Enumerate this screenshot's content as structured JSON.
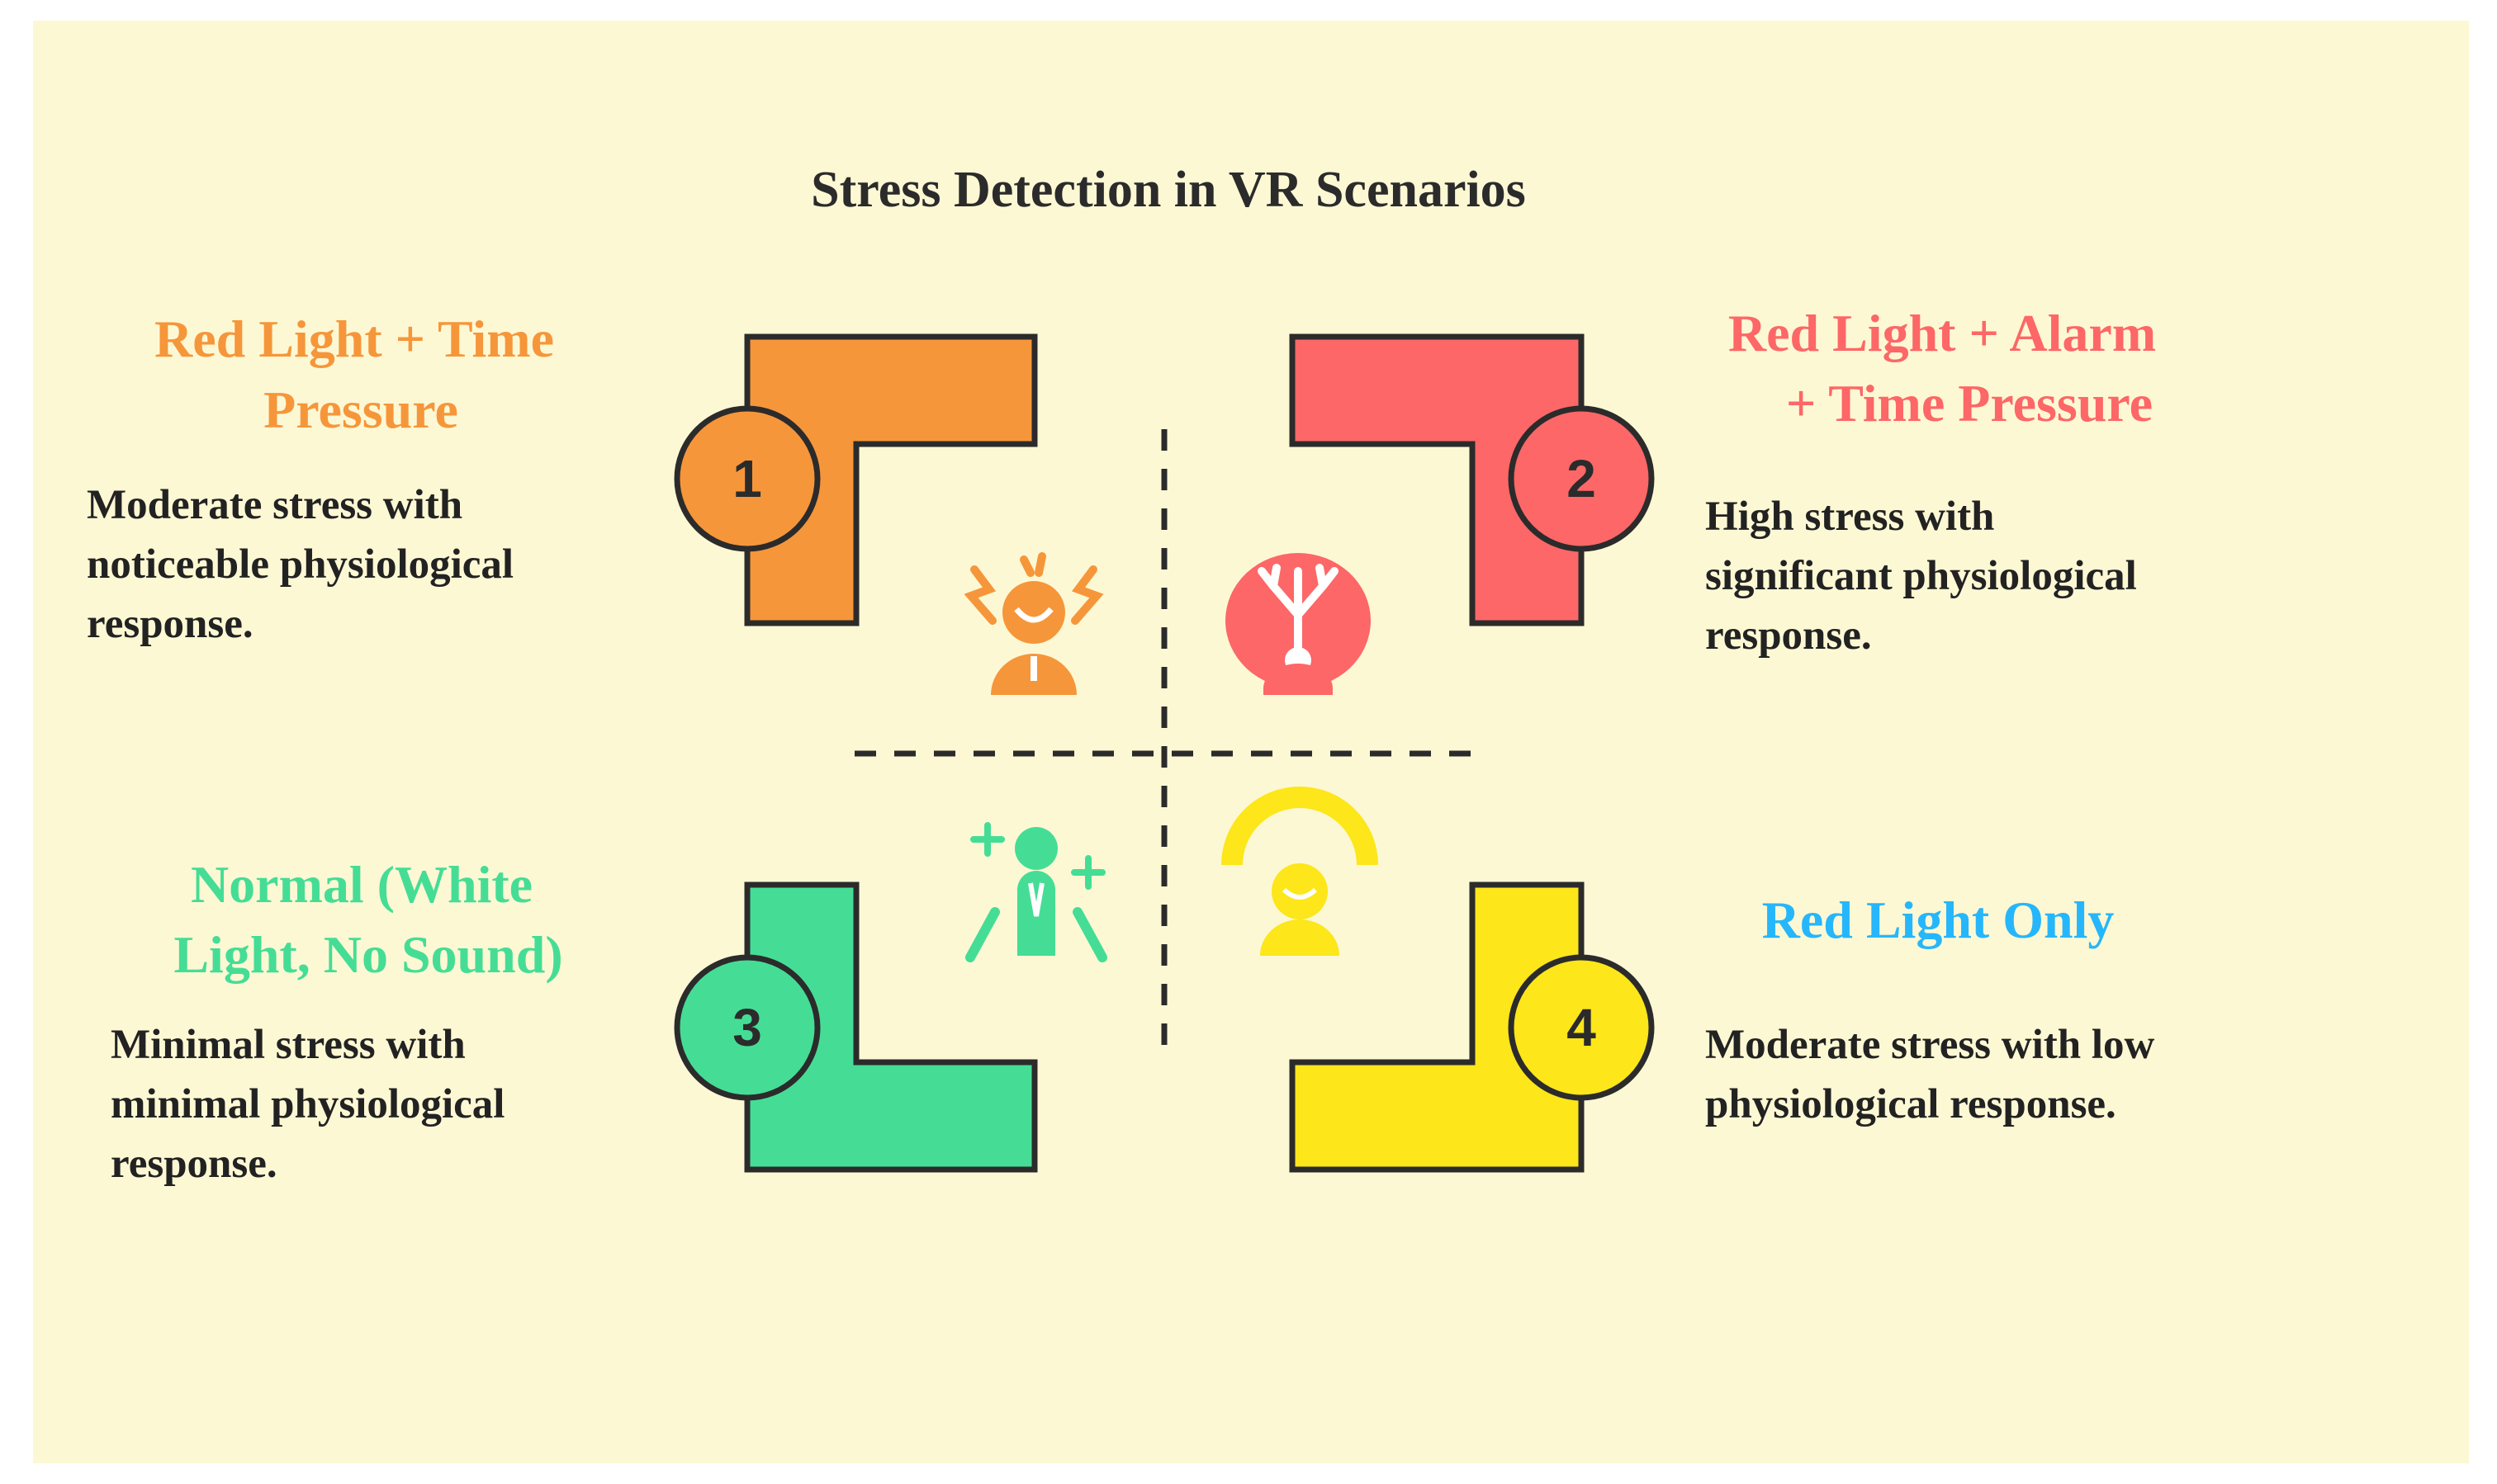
{
  "title": "Stress Detection in VR Scenarios",
  "colors": {
    "background": "#fdf8d4",
    "orange": "#f6963a",
    "red": "#fd6767",
    "green": "#45dd95",
    "yellow": "#fde619",
    "blue": "#26b6fb",
    "outline": "#2b2b2b"
  },
  "quadrants": [
    {
      "number": "1",
      "title_lines": [
        "Red Light + Time",
        "Pressure"
      ],
      "description_lines": [
        "Moderate stress with",
        "noticeable physiological",
        "response."
      ],
      "color": "#f6963a",
      "icon": "stressed-person-icon"
    },
    {
      "number": "2",
      "title_lines": [
        "Red Light + Alarm",
        "+ Time Pressure"
      ],
      "description_lines": [
        "High stress with",
        "significant physiological",
        "response."
      ],
      "color": "#fd6767",
      "icon": "head-with-tree-icon"
    },
    {
      "number": "3",
      "title_lines": [
        "Normal (White",
        "Light, No Sound)"
      ],
      "description_lines": [
        "Minimal stress with",
        "minimal physiological",
        "response."
      ],
      "color": "#45dd95",
      "icon": "relaxed-person-icon"
    },
    {
      "number": "4",
      "title_lines": [
        "Red Light Only"
      ],
      "description_lines": [
        "Moderate stress with low",
        "physiological response."
      ],
      "color": "#26b6fb",
      "icon": "person-with-signal-icon"
    }
  ]
}
